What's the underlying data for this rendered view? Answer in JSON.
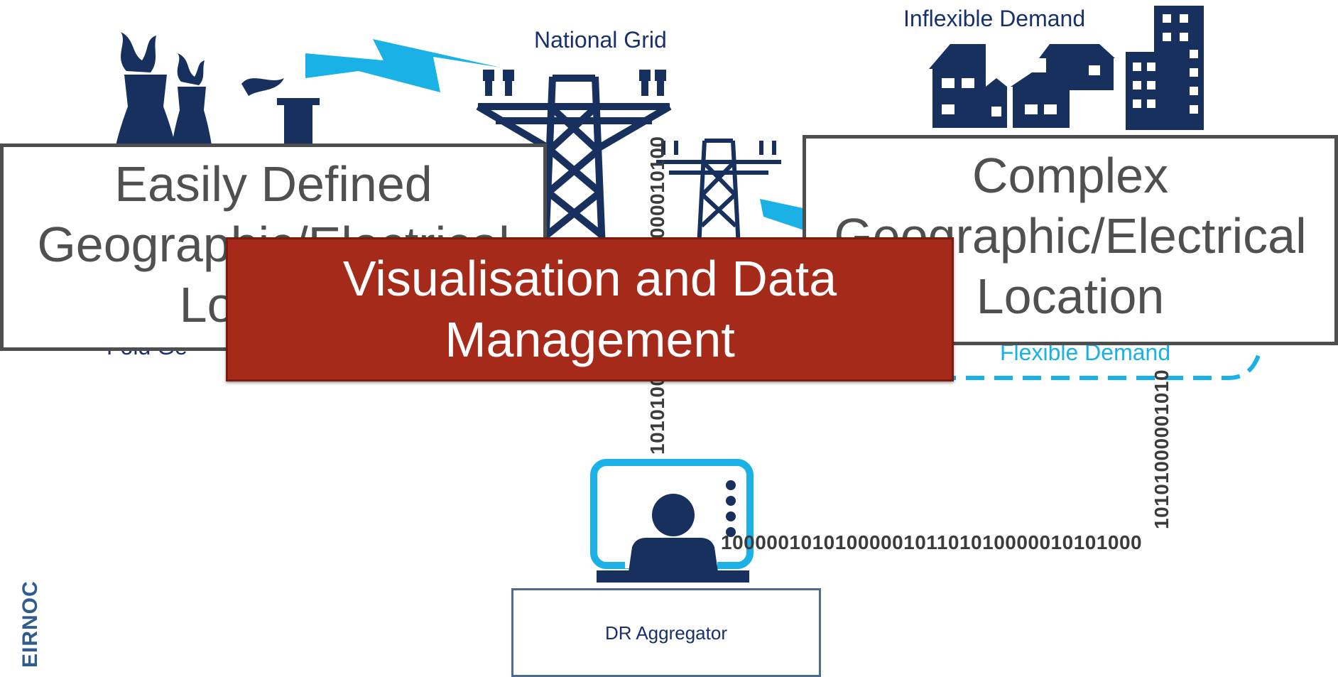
{
  "labels": {
    "national_grid": "National Grid",
    "inflexible_demand": "Inflexible Demand",
    "flexible_demand": "Flexible Demand",
    "fold_fragment": "Fold Ge"
  },
  "boxes": {
    "easily_defined": [
      "Easily Defined",
      "Geographic/Electrical",
      "Location"
    ],
    "complex": [
      "Complex",
      "Geographic/Electrical",
      "Location"
    ],
    "visualisation": [
      "Visualisation and Data",
      "Management"
    ],
    "aggregator": "DR Aggregator"
  },
  "binary": {
    "horizontal": "1000001010100000101101010000010101000",
    "vertical_left": "1010100000101101010000010100",
    "vertical_right": "10101000001010"
  },
  "side_text": "EIRNOC",
  "colors": {
    "navy": "#17305e",
    "cyan": "#19b1e6",
    "red": "#a52a1a",
    "grey_border": "#4e4e4e"
  },
  "icons": [
    "power-plant-icon",
    "lightning-bolt-icon",
    "pylon-icon",
    "houses-icon",
    "office-building-icon",
    "operator-monitor-icon"
  ]
}
